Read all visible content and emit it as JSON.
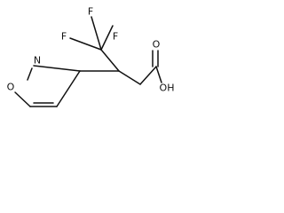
{
  "molecule": {
    "atom_labels": {
      "f_top": "F",
      "f_left": "F",
      "f_right": "F",
      "o_carbonyl": "O",
      "oh": "OH",
      "n_ring": "N",
      "o_ring": "O"
    }
  }
}
